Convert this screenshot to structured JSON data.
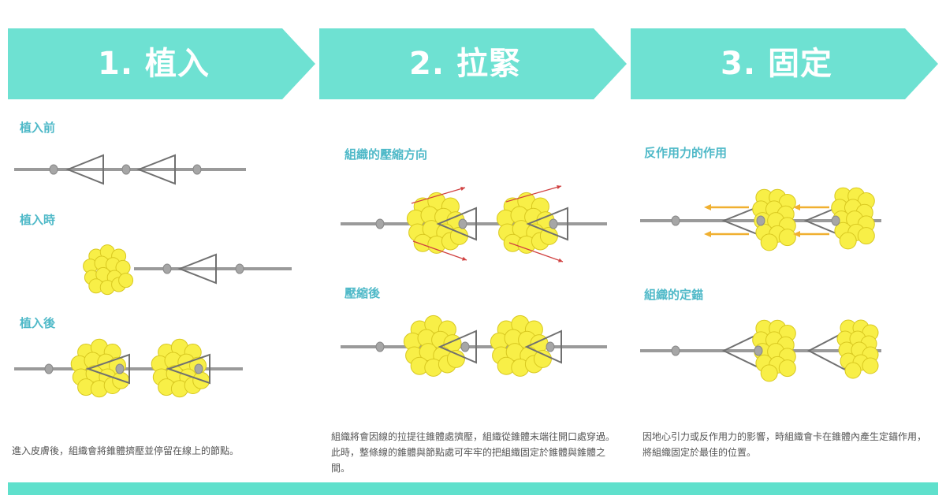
{
  "colors": {
    "banner": "#6ee1d2",
    "label": "#4fb9c8",
    "line": "#9a9a9a",
    "node": "#a6a6a6",
    "tissue": "#f8ef47",
    "tissue_edge": "#d8c820",
    "compression_arrow": "#d04040",
    "force_arrow": "#f0b030",
    "bottom_bar": "#5fe0cc"
  },
  "steps": [
    {
      "title": "1. 植入",
      "labels": [
        "植入前",
        "植入時",
        "植入後"
      ],
      "description": "進入皮膚後，組織會將錐體擠壓並停留在線上的節點。"
    },
    {
      "title": "2. 拉緊",
      "labels": [
        "組織的壓縮方向",
        "壓縮後"
      ],
      "description": "組織將會因線的拉提往錐體處擠壓，組織從錐體末端往開口處穿過。此時，整條線的錐體與節點處可牢牢的把組織固定於錐體與錐體之間。"
    },
    {
      "title": "3. 固定",
      "labels": [
        "反作用力的作用",
        "組織的定錨"
      ],
      "description": "因地心引力或反作用力的影響，時組織會卡在錐體內產生定錨作用，將組織固定於最佳的位置。"
    }
  ]
}
